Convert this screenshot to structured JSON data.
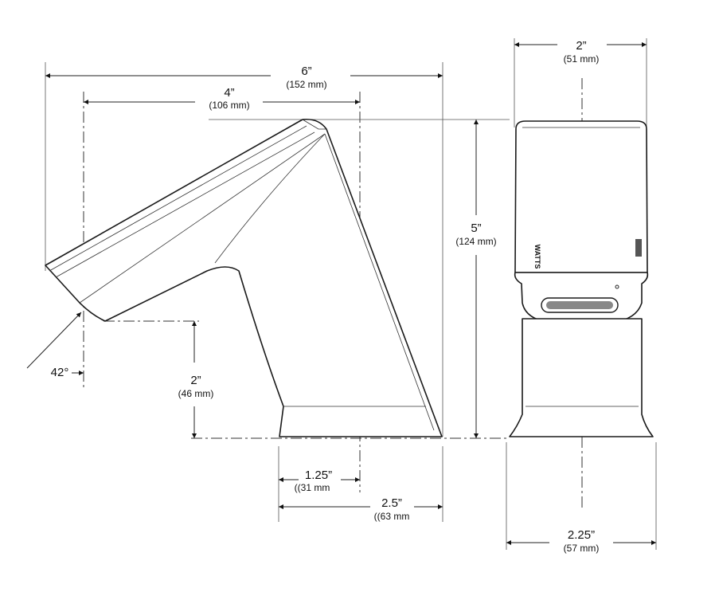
{
  "dimensions": {
    "overall_width": {
      "imperial": "6”",
      "metric": "(152 mm)"
    },
    "spout_reach": {
      "imperial": "4”",
      "metric": "(106 mm)"
    },
    "spout_height": {
      "imperial": "2”",
      "metric": "(46 mm)"
    },
    "total_height": {
      "imperial": "5”",
      "metric": "(124 mm)"
    },
    "base_to_center": {
      "imperial": "1.25”",
      "metric": "((31 mm"
    },
    "base_depth": {
      "imperial": "2.5”",
      "metric": "((63 mm"
    },
    "top_width": {
      "imperial": "2”",
      "metric": "(51 mm)"
    },
    "base_width": {
      "imperial": "2.25”",
      "metric": "(57 mm)"
    },
    "spout_angle": "42°"
  },
  "brand_mark": "WATTS"
}
